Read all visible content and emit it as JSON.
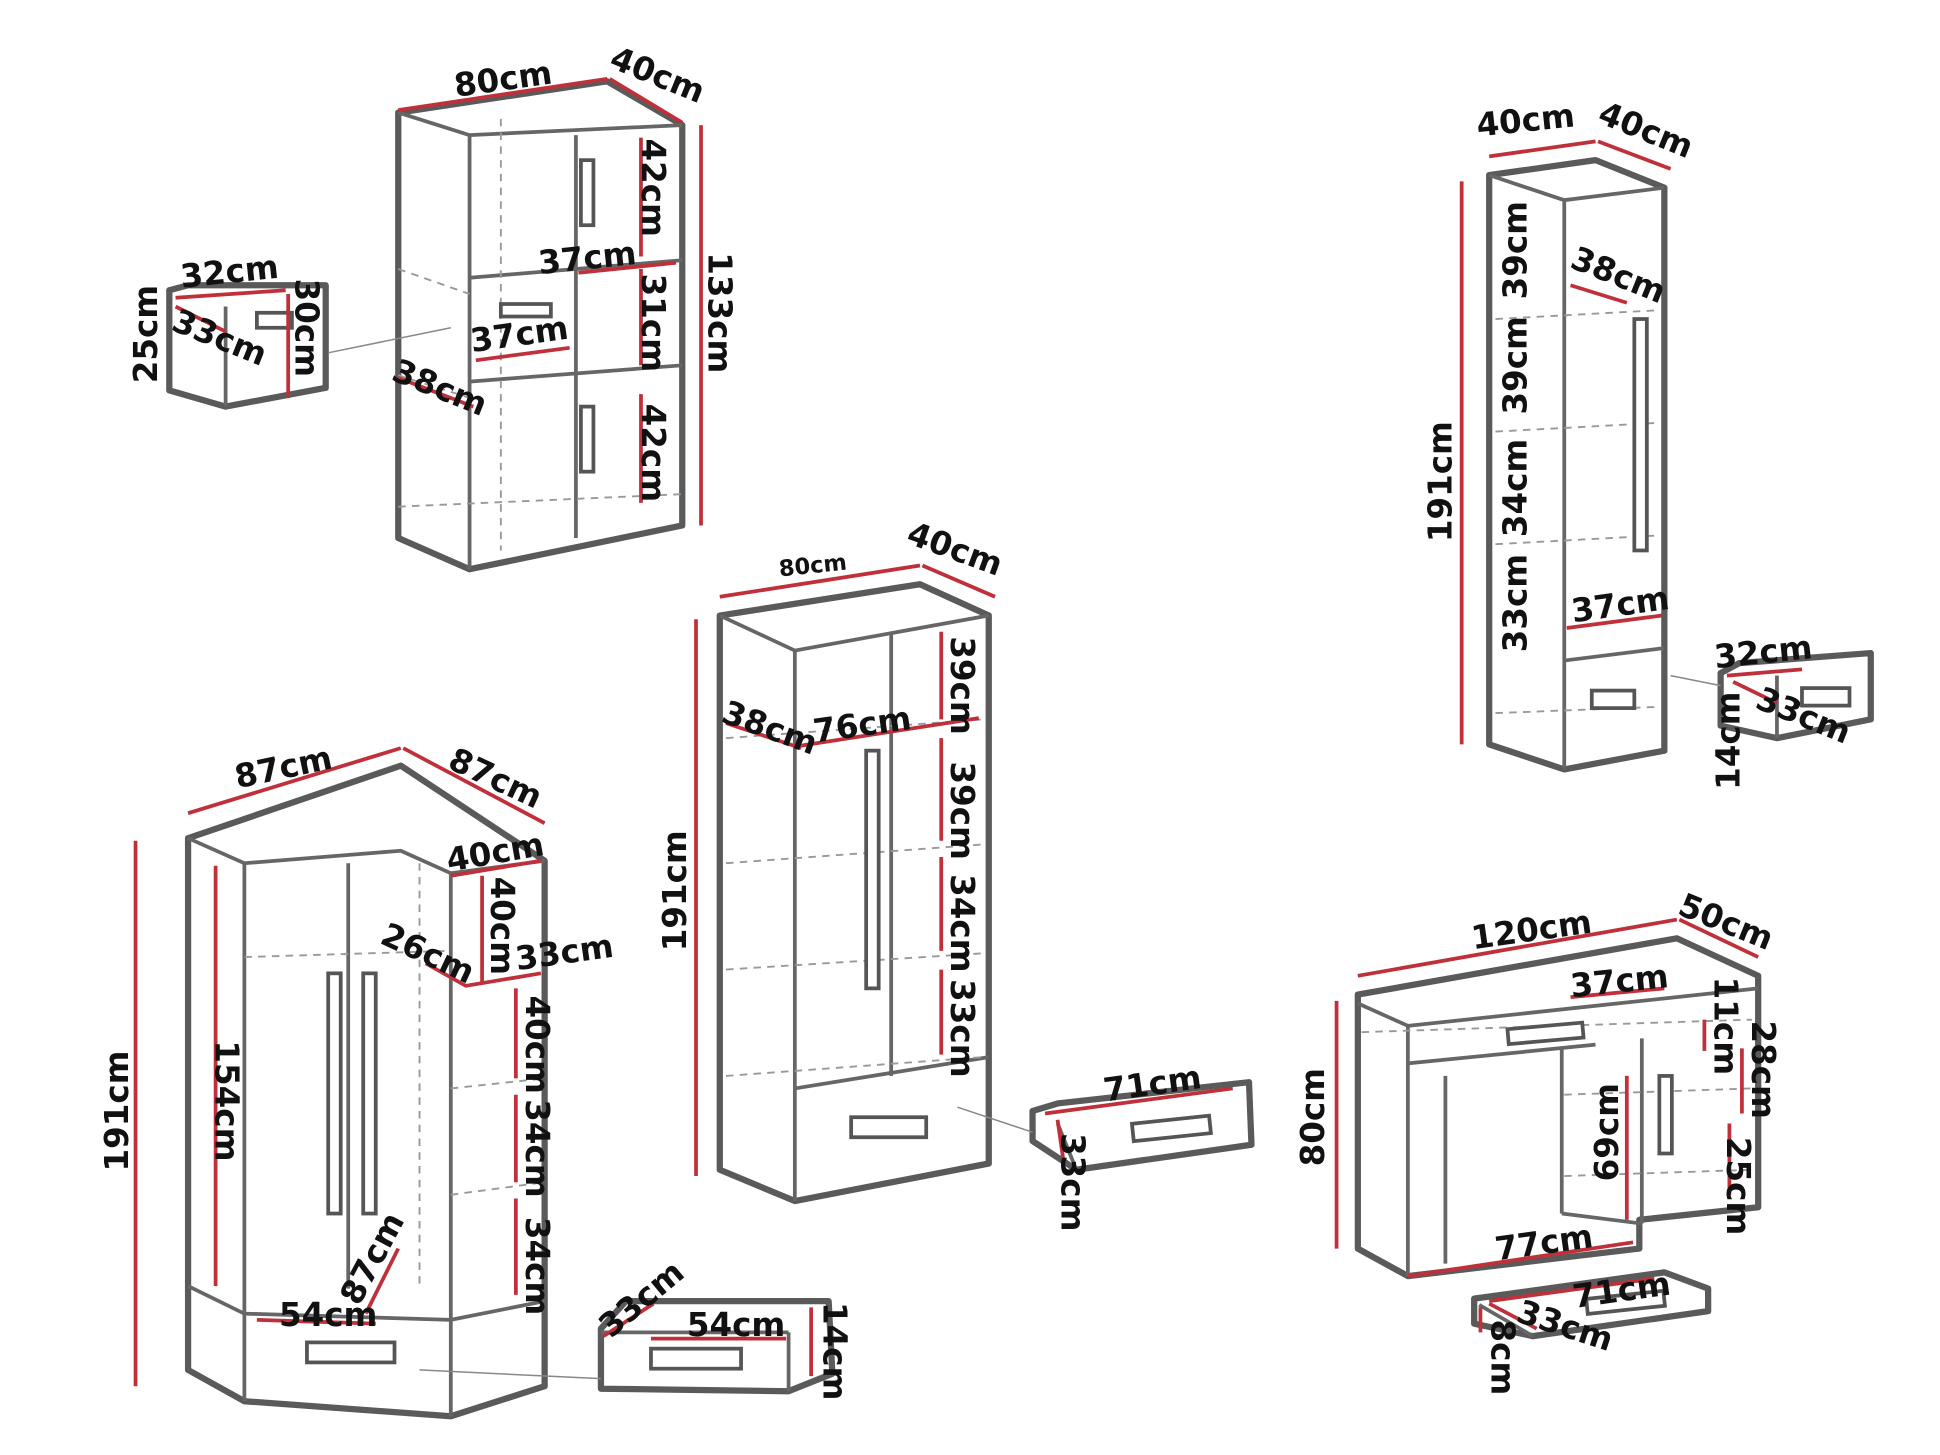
{
  "colors": {
    "outline": "#5a5a5a",
    "dimension": "#c0303a",
    "background": "#ffffff"
  },
  "bookcase": {
    "width": "80cm",
    "depth": "40cm",
    "height": "133cm",
    "top_compartment": "42cm",
    "shelf_width_right": "37cm",
    "middle_compartment": "31cm",
    "shelf_width_left": "37cm",
    "shelf_depth": "38cm",
    "bottom_compartment": "42cm"
  },
  "bookcase_drawer": {
    "width": "32cm",
    "depth": "33cm",
    "height_outer": "25cm",
    "height_front": "30cm"
  },
  "tall_cabinet": {
    "width": "40cm",
    "depth": "40cm",
    "height": "191cm",
    "comp1": "39cm",
    "shelf_depth": "38cm",
    "comp2": "39cm",
    "comp3": "34cm",
    "comp4": "33cm",
    "inner_width": "37cm"
  },
  "tall_cabinet_drawer": {
    "width": "32cm",
    "depth": "33cm",
    "height": "14cm"
  },
  "wardrobe": {
    "width": "80cm",
    "depth": "40cm",
    "height": "191cm",
    "shelf_depth": "38cm",
    "inner_width": "76cm",
    "comp1": "39cm",
    "comp2": "39cm",
    "comp3": "34cm",
    "comp4": "33cm"
  },
  "wardrobe_drawer": {
    "width": "71cm",
    "depth": "33cm"
  },
  "corner_wardrobe": {
    "width_left": "87cm",
    "width_right": "87cm",
    "shelf_width": "40cm",
    "top_compartment": "40cm",
    "shelf_depth_a": "26cm",
    "shelf_depth_b": "33cm",
    "inner_height": "154cm",
    "height": "191cm",
    "comp1": "40cm",
    "comp2": "34cm",
    "comp3": "34cm",
    "diagonal": "87cm",
    "drawer_front": "54cm"
  },
  "corner_drawer": {
    "depth": "33cm",
    "width": "54cm",
    "height": "14cm"
  },
  "desk": {
    "width": "120cm",
    "depth": "50cm",
    "height": "80cm",
    "drawer_width": "37cm",
    "top_gap": "11cm",
    "upper_compartment": "28cm",
    "leg_space_height": "69cm",
    "lower_compartment": "25cm",
    "leg_space_width": "77cm"
  },
  "desk_drawer": {
    "width": "71cm",
    "depth": "33cm",
    "height": "8cm"
  }
}
